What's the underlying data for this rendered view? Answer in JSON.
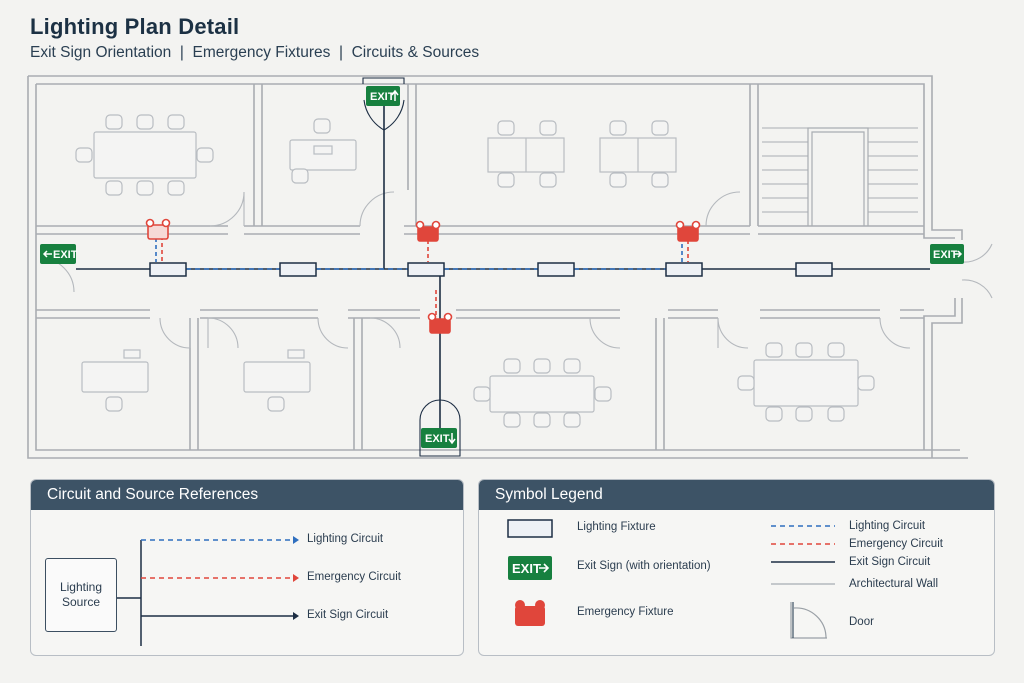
{
  "header": {
    "title": "Lighting Plan Detail",
    "subtitle": "Exit Sign Orientation  |  Emergency Fixtures  |  Circuits & Sources"
  },
  "exit_signs": {
    "top": "EXIT",
    "left": "EXIT",
    "right": "EXIT",
    "bottom": "EXIT"
  },
  "circuit_panel": {
    "title": "Circuit and Source References",
    "source_label": "Lighting Source",
    "lines": [
      {
        "label": "Lighting Circuit",
        "color": "#2f6fbf",
        "style": "dashed"
      },
      {
        "label": "Emergency Circuit",
        "color": "#e0463b",
        "style": "dashed"
      },
      {
        "label": "Exit Sign Circuit",
        "color": "#1d2e44",
        "style": "solid"
      }
    ]
  },
  "legend_panel": {
    "title": "Symbol Legend",
    "items": {
      "lighting_fixture": "Lighting Fixture",
      "exit_sign": "Exit Sign (with orientation)",
      "exit_sign_text": "EXIT",
      "emergency_fixture": "Emergency Fixture",
      "lighting_circuit": "Lighting Circuit",
      "emergency_circuit": "Emergency Circuit",
      "exit_sign_circuit": "Exit Sign Circuit",
      "architectural_wall": "Architectural Wall",
      "door": "Door"
    }
  },
  "colors": {
    "exit_green": "#17803f",
    "emergency_red": "#e0463b",
    "lighting_blue": "#2f6fbf",
    "navy": "#1d2e44",
    "wall": "#a9adb2"
  }
}
